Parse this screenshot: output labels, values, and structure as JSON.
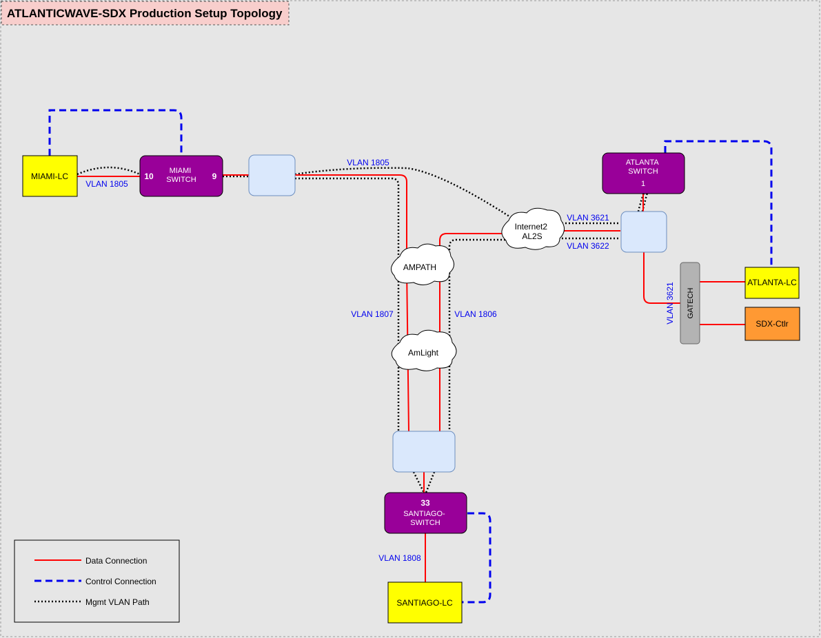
{
  "title": "ATLANTICWAVE-SDX Production Setup Topology",
  "colors": {
    "data": "#ff0000",
    "control": "#0000ee",
    "mgmt": "#000000",
    "switch": "#990099",
    "lc": "#ffff00",
    "ctlr": "#ff9933",
    "junction": "#dae8fc",
    "gatech": "#b3b3b3",
    "vlan_text": "#0000ee"
  },
  "nodes": {
    "miami_lc": "MIAMI-LC",
    "miami_switch": "MIAMI\nSWITCH",
    "miami_port_left": "10",
    "miami_port_right": "9",
    "atlanta_switch": "ATLANTA\nSWITCH",
    "atlanta_port": "1",
    "santiago_port": "33",
    "santiago_switch": "SANTIAGO-\nSWITCH",
    "santiago_lc": "SANTIAGO-LC",
    "atlanta_lc": "ATLANTA-LC",
    "sdx_ctlr": "SDX-Ctlr",
    "gatech": "GATECH"
  },
  "clouds": {
    "ampath": "AMPATH",
    "amlight": "AmLight",
    "internet2": "Internet2\nAL2S"
  },
  "vlans": {
    "miami_lc": "VLAN 1805",
    "miami_i2": "VLAN 1805",
    "atl_3621_top": "VLAN 3621",
    "atl_3622": "VLAN 3622",
    "left_1807": "VLAN 1807",
    "right_1806": "VLAN 1806",
    "gatech_3621": "VLAN 3621",
    "santiago_1808": "VLAN 1808"
  },
  "legend": {
    "data": "Data Connection",
    "control": "Control Connection",
    "mgmt": "Mgmt VLAN Path"
  }
}
